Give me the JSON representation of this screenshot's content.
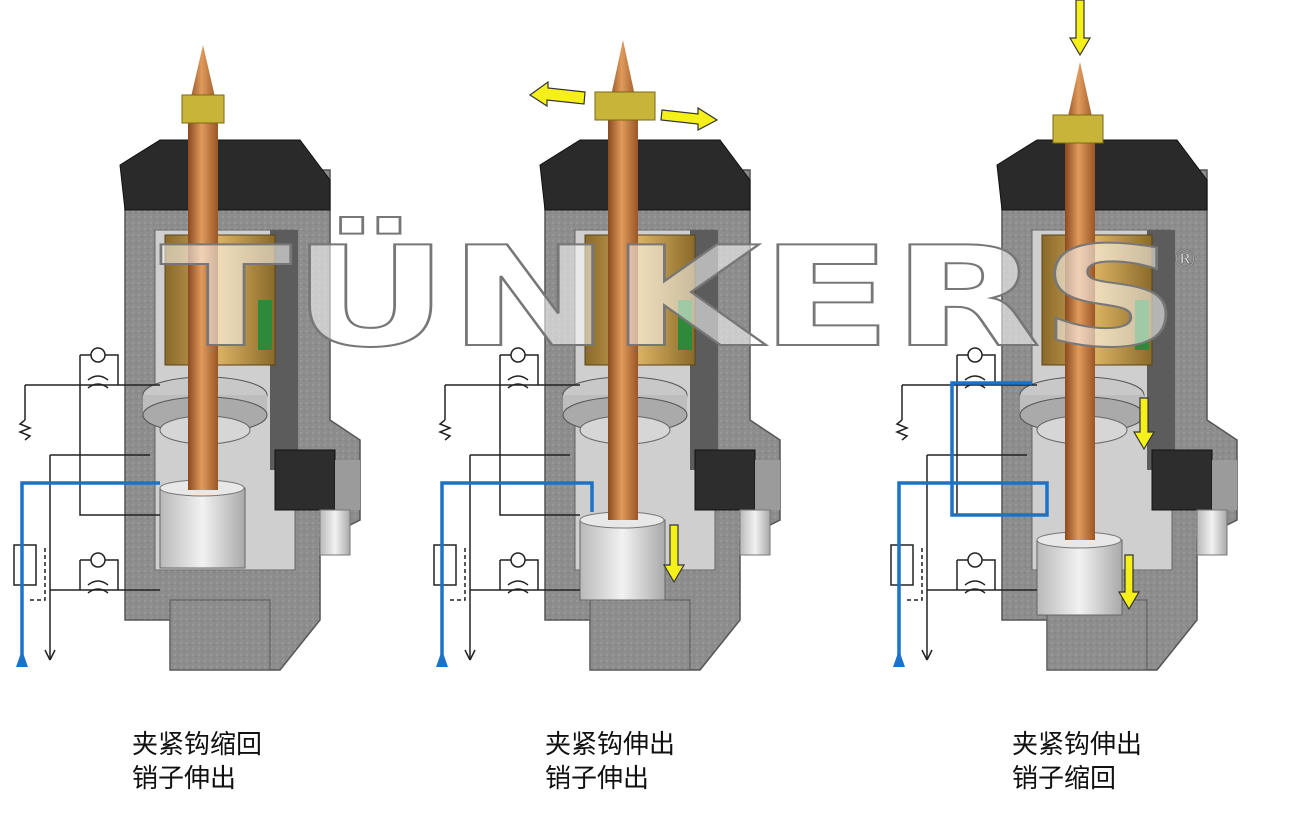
{
  "watermark": {
    "brand": "TÜNKERS",
    "registered_mark": "®"
  },
  "panels": [
    {
      "caption_line1": "夹紧钩缩回",
      "caption_line2": "销子伸出",
      "hook_state": "retracted",
      "pin_state": "extended",
      "motion_arrows": []
    },
    {
      "caption_line1": "夹紧钩伸出",
      "caption_line2": "销子伸出",
      "hook_state": "extended",
      "pin_state": "extended",
      "motion_arrows": [
        "hook-spread-left-arrow",
        "hook-spread-right-arrow",
        "piston-down-arrow"
      ]
    },
    {
      "caption_line1": "夹紧钩伸出",
      "caption_line2": "销子缩回",
      "hook_state": "extended",
      "pin_state": "retracted",
      "motion_arrows": [
        "pin-down-arrow",
        "upper-piston-down-arrow",
        "lower-piston-down-arrow"
      ]
    }
  ],
  "colors": {
    "pressure_line": "#1a73c8",
    "arrow_fill": "#f5ef1a",
    "copper": "#c8773a",
    "body_gray": "#8e8e8e",
    "cap_black": "#2a2a2a",
    "circuit_line": "#222222"
  }
}
